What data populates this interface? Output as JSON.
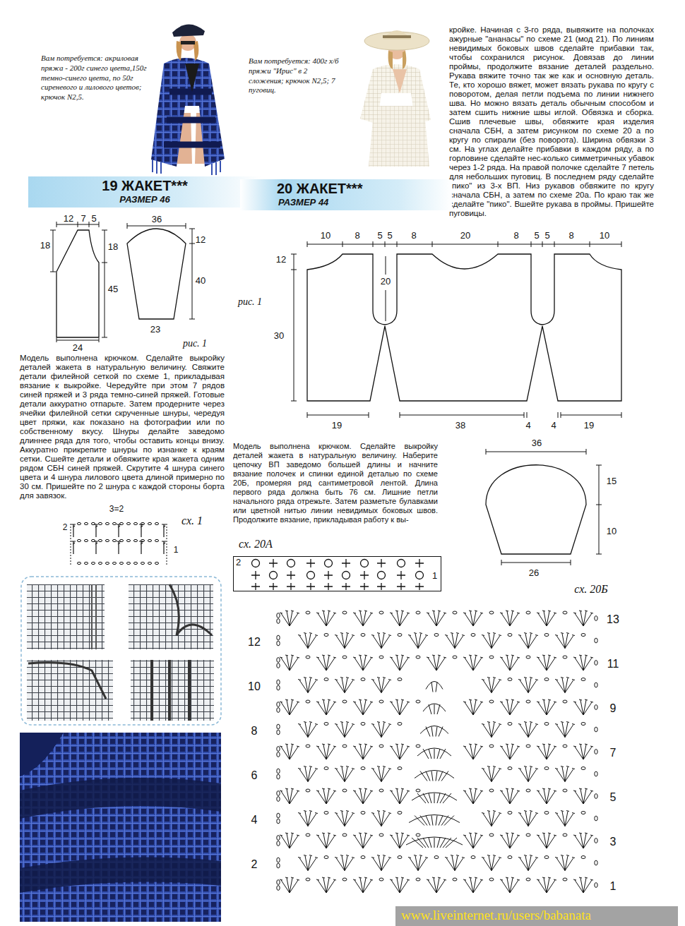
{
  "diagram": {
    "nodes": [
      {
        "text": [
          "19 ЖАКЕТ***",
          "РАЗМЕР 46"
        ]
      },
      {
        "text": [
          "20 ЖАКЕТ***",
          "РАЗМЕР 44"
        ]
      },
      {
        "text": [
          "2",
          "1"
        ]
      }
    ],
    "labels": [
      "Вам потребуется: акриловая пряжа - 200г синего цвета,150г темно-синего цвета, по 50г сиреневого и лилового цветов; крючок N2,5.",
      "Вам потребуется: 400г х/б пряжи \"Ирис\" в 2 сложения; крючок N2,5; 7 пуговиц.",
      "кройке. Начиная с 3-го ряда, вывяжите на полочках ажурные \"ананасы\" по схеме 21 (мод 21). По линиям невидимых боковых швов сделайте прибавки так, чтобы сохранился рисунок. Довязав до линии проймы, продолжите вязание деталей раздельно. Рукава вяжите точно так же как и основную деталь. Те, кто хорошо вяжет, может вязать рукава по кругу с поворотом, делая петли подъема по линии нижнего шва. Но можно вязать деталь обычным способом и затем сшить нижние швы иглой. Обвязка и сборка. Сшив плечевые швы, обвяжите края изделия сначала СБН, а затем рисунком по схеме 20 а по кругу по спирали (без поворота). Ширина обвязки 3 см. На углах делайте прибавки в каждом ряду, а по горловине сделайте нес-колько симметричных убавок через 1-2 ряда. На правой полочке сделайте 7 петель для небольших пуговиц. В последнем ряду сделайте \"пико\" из 3-х ВП. Низ рукавов обвяжите по кругу сначала СБН, а затем по схеме 20а. По краю так же сделайте \"пико\". Вшейте рукава в проймы. Пришейте пуговицы.",
      "рис. 1",
      "12",
      "7",
      "5",
      "18",
      "18",
      "45",
      "24",
      "36",
      "12",
      "40",
      "23",
      "Модель выполнена крючком. Сделайте выкройку деталей жакета в натуральную величину. Свяжите детали филейной сеткой по схеме 1, прикладывая вязание к выкройке. Чередуйте при этом 7 рядов синей пряжей и 3 ряда темно-синей пряжей. Готовые детали аккуратно отпарьте. Затем продерните через ячейки филейной сетки скрученные шнуры, чередуя цвет пряжи, как показано на фотографии или по собственному вкусу. Шнуры делайте заведомо длиннее ряда для того, чтобы оставить концы внизу. Аккуратно прикрепите шнуры по изнанке к краям сетки. Сшейте детали и обвяжите края жакета одним рядом СБН синей пряжей. Скрутите 4 шнура синего цвета и 4 шнура лилового цвета длиной примерно по 30 см. Пришейте по 2 шнура с каждой стороны борта для завязок.",
      "3=2",
      "2",
      "1",
      "сх. 1",
      "рис. 1",
      "10",
      "8",
      "5",
      "5",
      "8",
      "20",
      "8",
      "5",
      "5",
      "8",
      "10",
      "12",
      "30",
      "20",
      "19",
      "38",
      "4",
      "4",
      "19",
      "36",
      "15",
      "10",
      "26",
      "сх. 20Б",
      "Модель выполнена крючком. Сделайте выкройку деталей жакета в натуральную величину. Наберите цепочку ВП заведомо большей длины и начните вязание полочек и спинки единой деталью по схеме 20Б, промеряя ряд сантиметровой лентой. Длина первого ряда должна быть 76 см. Лишние петли начального ряда отрежьте. Затем разметьте булавками или цветной нитью линии невидимых боковых швов. Продолжите вязание, прикладывая работу к вы-",
      "сх. 20А",
      "13",
      "12",
      "11",
      "10",
      "9",
      "8",
      "7",
      "6",
      "5",
      "4",
      "3",
      "2",
      "1",
      "www.liveinternet.ru/users/babanata"
    ]
  }
}
